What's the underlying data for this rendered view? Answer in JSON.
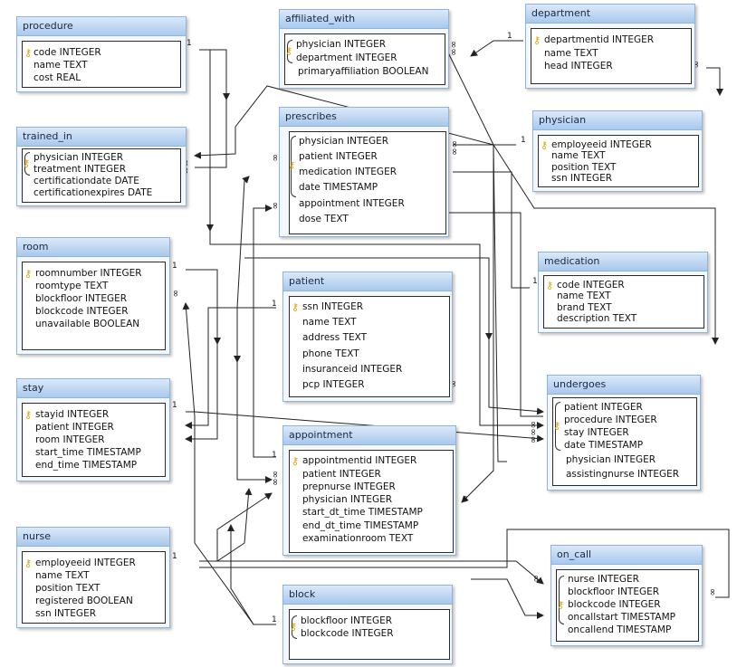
{
  "entities": {
    "procedure": {
      "title": "procedure",
      "fields": [
        "code  INTEGER",
        "name  TEXT",
        "cost  REAL"
      ]
    },
    "trained_in": {
      "title": "trained_in",
      "fields": [
        "physician  INTEGER",
        "treatment  INTEGER",
        "certificationdate  DATE",
        "certificationexpires  DATE"
      ]
    },
    "room": {
      "title": "room",
      "fields": [
        "roomnumber   INTEGER",
        "roomtype   TEXT",
        "blockfloor   INTEGER",
        "blockcode   INTEGER",
        "unavailable  BOOLEAN"
      ]
    },
    "stay": {
      "title": "stay",
      "fields": [
        "stayid    INTEGER",
        "patient   INTEGER",
        "room    INTEGER",
        "start_time   TIMESTAMP",
        "end_time   TIMESTAMP"
      ]
    },
    "nurse": {
      "title": "nurse",
      "fields": [
        "employeeid  INTEGER",
        "name  TEXT",
        "position  TEXT",
        "registered  BOOLEAN",
        "ssn  INTEGER"
      ]
    },
    "affiliated_with": {
      "title": "affiliated_with",
      "fields": [
        "physician  INTEGER",
        "department  INTEGER",
        "primaryaffiliation  BOOLEAN"
      ]
    },
    "prescribes": {
      "title": "prescribes",
      "fields": [
        "physician  INTEGER",
        "patient  INTEGER",
        "medication  INTEGER",
        "date  TIMESTAMP",
        "appointment   INTEGER",
        "dose  TEXT"
      ]
    },
    "patient": {
      "title": "patient",
      "fields": [
        "ssn  INTEGER",
        "name  TEXT",
        "address  TEXT",
        "phone  TEXT",
        "insuranceid  INTEGER",
        "pcp  INTEGER"
      ]
    },
    "appointment": {
      "title": "appointment",
      "fields": [
        "appointmentid   INTEGER",
        "patient   INTEGER",
        "prepnurse   INTEGER",
        "physician   INTEGER",
        "start_dt_time  TIMESTAMP",
        "end_dt_time  TIMESTAMP",
        "examinationroom   TEXT"
      ]
    },
    "block": {
      "title": "block",
      "fields": [
        "blockfloor  INTEGER",
        "blockcode  INTEGER"
      ]
    },
    "department": {
      "title": "department",
      "fields": [
        "departmentid  INTEGER",
        "name  TEXT",
        "head  INTEGER"
      ]
    },
    "physician": {
      "title": "physician",
      "fields": [
        "employeeid  INTEGER",
        "name  TEXT",
        "position  TEXT",
        "ssn  INTEGER"
      ]
    },
    "medication": {
      "title": "medication",
      "fields": [
        "code  INTEGER",
        "name  TEXT",
        "brand  TEXT",
        "description  TEXT"
      ]
    },
    "undergoes": {
      "title": "undergoes",
      "fields": [
        "patient   INTEGER",
        "procedure   INTEGER",
        "stay    INTEGER",
        "date    TIMESTAMP",
        "physician   INTEGER",
        "assistingnurse    INTEGER"
      ]
    },
    "on_call": {
      "title": "on_call",
      "fields": [
        "nurse    INTEGER",
        "blockfloor    INTEGER",
        "blockcode     INTEGER",
        "oncallstart     TIMESTAMP",
        "oncallend    TIMESTAMP"
      ]
    }
  },
  "cardinality": {
    "one": "1",
    "many": "∞"
  },
  "colors": {
    "title_bar": "#a9c8ec",
    "key_icon": "#e0a000",
    "line": "#222222",
    "dashed": "#555555"
  }
}
